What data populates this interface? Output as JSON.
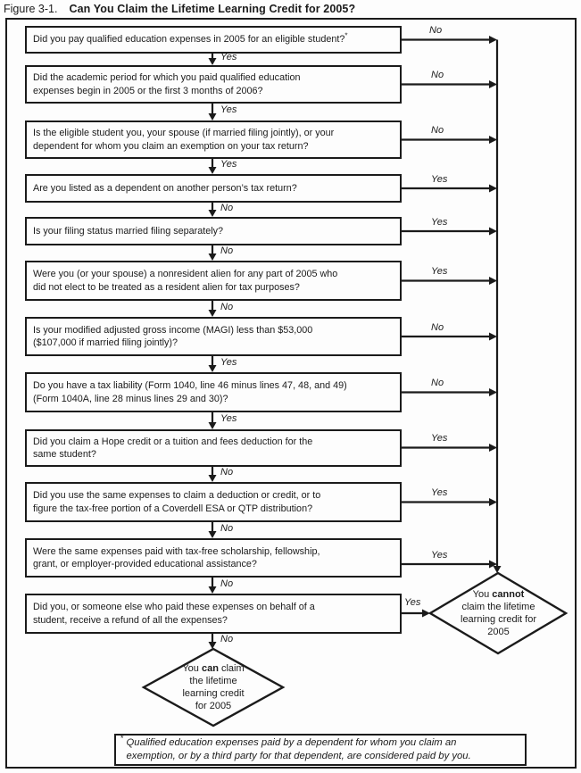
{
  "title": {
    "prefix": "Figure 3-1.",
    "main": "Can You Claim the Lifetime Learning Credit for 2005?"
  },
  "flow": {
    "steps": [
      {
        "question": "Did you pay qualified education expenses in 2005 for an eligible student?",
        "question_sup": "*",
        "down_label": "Yes",
        "branch_label": "No"
      },
      {
        "question": "Did the academic period for which you paid qualified education\nexpenses begin in 2005 or the first 3 months of 2006?",
        "down_label": "Yes",
        "branch_label": "No"
      },
      {
        "question": "Is the eligible student you, your spouse (if married filing jointly), or your\ndependent for whom you claim an exemption on your tax return?",
        "down_label": "Yes",
        "branch_label": "No"
      },
      {
        "question": "Are you listed as a dependent on another person’s tax return?",
        "down_label": "No",
        "branch_label": "Yes"
      },
      {
        "question": "Is your filing status married filing separately?",
        "down_label": "No",
        "branch_label": "Yes"
      },
      {
        "question": "Were you (or your spouse) a nonresident alien for any part of 2005 who\ndid not elect to be treated as a resident alien for tax purposes?",
        "down_label": "No",
        "branch_label": "Yes"
      },
      {
        "question": "Is your modified adjusted gross income (MAGI) less than $53,000\n($107,000 if married filing jointly)?",
        "down_label": "Yes",
        "branch_label": "No"
      },
      {
        "question": "Do you have a tax liability (Form 1040, line 46 minus lines 47, 48, and 49)\n(Form 1040A, line 28 minus lines 29 and 30)?",
        "down_label": "Yes",
        "branch_label": "No"
      },
      {
        "question": "Did you claim a Hope credit or a tuition and fees deduction for the\nsame student?",
        "down_label": "No",
        "branch_label": "Yes"
      },
      {
        "question": "Did you use the same expenses to claim a deduction or credit, or to\nfigure the tax-free portion of a Coverdell ESA or QTP distribution?",
        "down_label": "No",
        "branch_label": "Yes"
      },
      {
        "question": "Were the same expenses paid with tax-free scholarship, fellowship,\ngrant, or employer-provided educational assistance?",
        "down_label": "No",
        "branch_label": "Yes"
      },
      {
        "question": "Did you, or someone else who paid these expenses on behalf of a\nstudent, receive a refund of all the expenses?",
        "down_label": "No",
        "branch_label": "Yes"
      }
    ],
    "outcome_cannot": {
      "pre": "You ",
      "bold": "cannot",
      "post": "\nclaim the lifetime\nlearning credit for\n2005"
    },
    "outcome_can": {
      "pre": "You ",
      "bold": "can",
      "post": " claim\nthe lifetime\nlearning credit\nfor 2005"
    },
    "footnote": {
      "sup": "*",
      "text": "Qualified education expenses paid by a dependent for whom you claim an\nexemption, or by a third party for that dependent, are considered paid by you."
    }
  },
  "colors": {
    "ink": "#1b1b1b",
    "background": "#fdfdfd"
  }
}
